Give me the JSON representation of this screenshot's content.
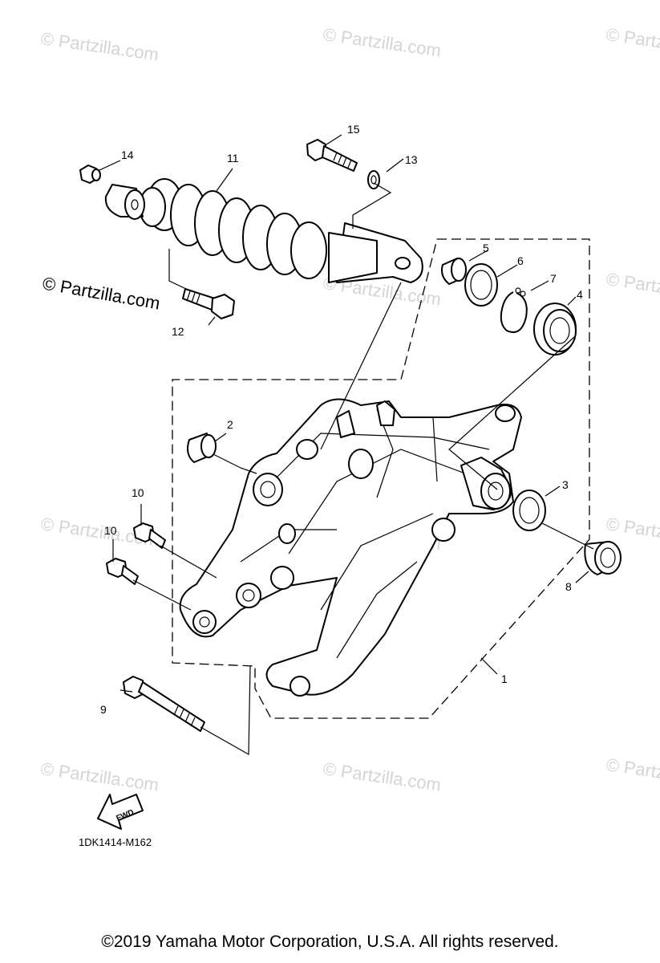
{
  "watermark": {
    "text": "© Partzilla.com",
    "faint_color": "#d4d4d4"
  },
  "callouts": [
    "1",
    "2",
    "3",
    "4",
    "5",
    "6",
    "7",
    "8",
    "9",
    "10",
    "10",
    "11",
    "12",
    "13",
    "14",
    "15"
  ],
  "arrow_label": "FWD",
  "drawing_code": "1DK1414-M162",
  "copyright": "©2019 Yamaha Motor Corporation, U.S.A. All rights reserved."
}
